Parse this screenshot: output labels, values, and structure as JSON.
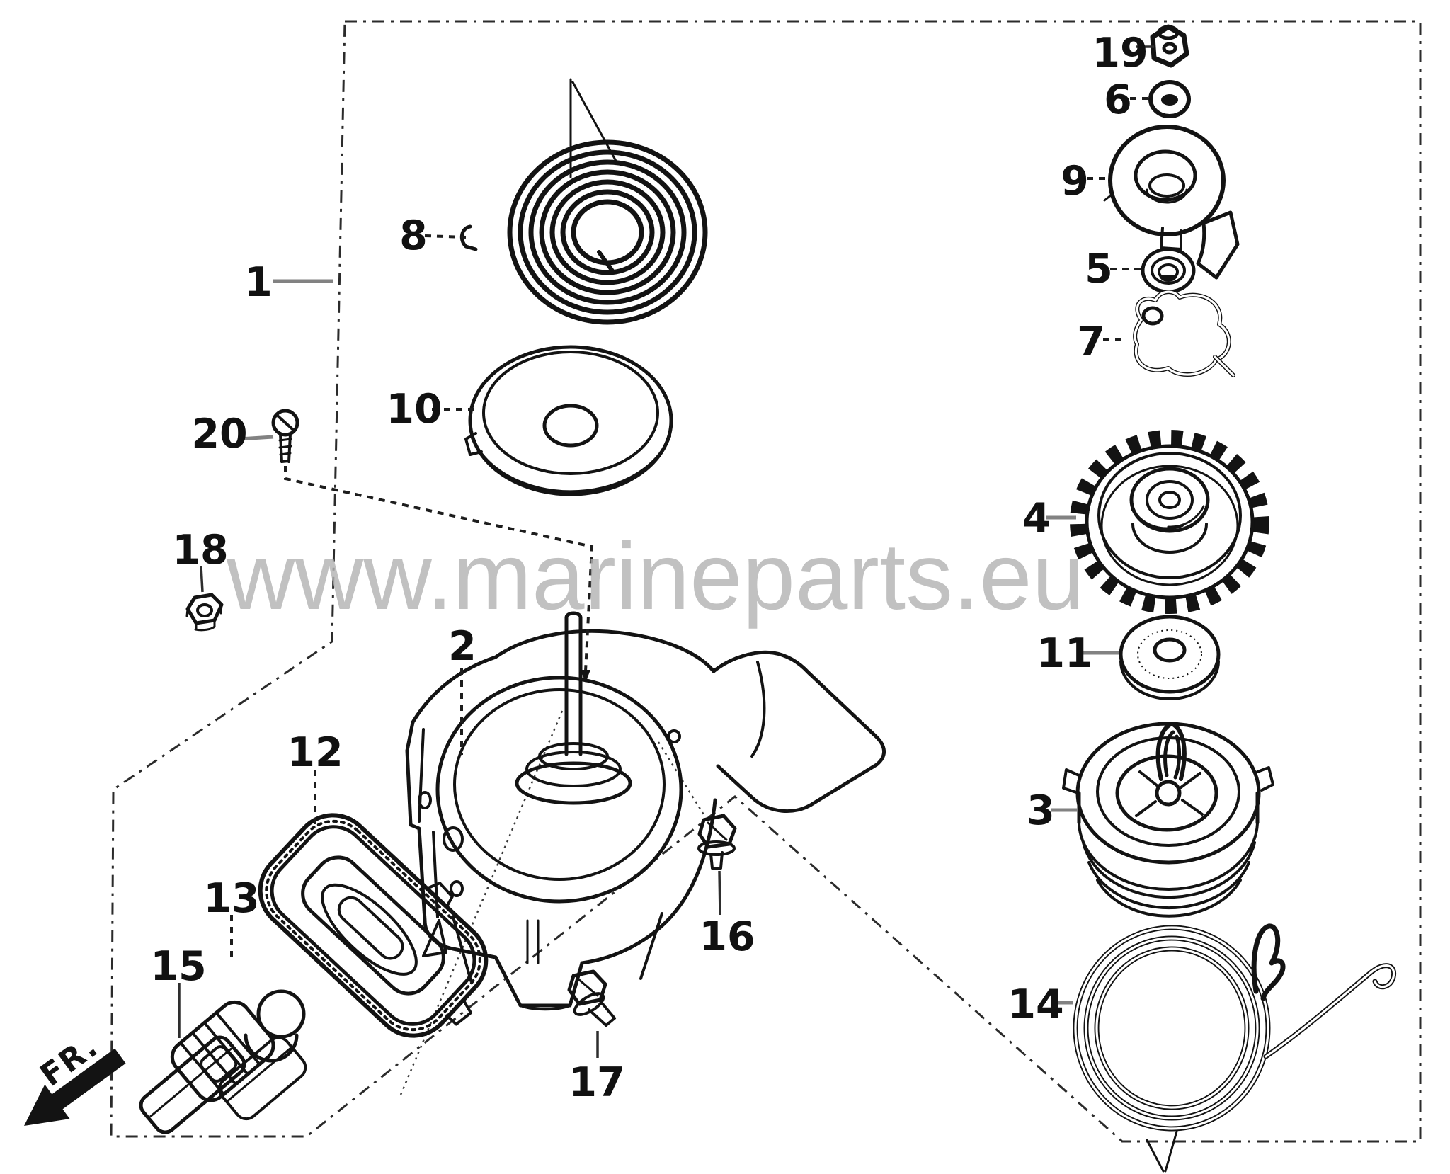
{
  "diagram": {
    "watermark_text": "www.marineparts.eu",
    "direction_label": "FR.",
    "part_numbers": [
      "1",
      "2",
      "3",
      "4",
      "5",
      "6",
      "7",
      "8",
      "9",
      "10",
      "11",
      "12",
      "13",
      "14",
      "15",
      "16",
      "17",
      "18",
      "19",
      "20"
    ]
  },
  "colors": {
    "line": "#131313",
    "watermark": "#b4b4b4",
    "background": "#ffffff",
    "boundary": "#2b2b2b"
  }
}
